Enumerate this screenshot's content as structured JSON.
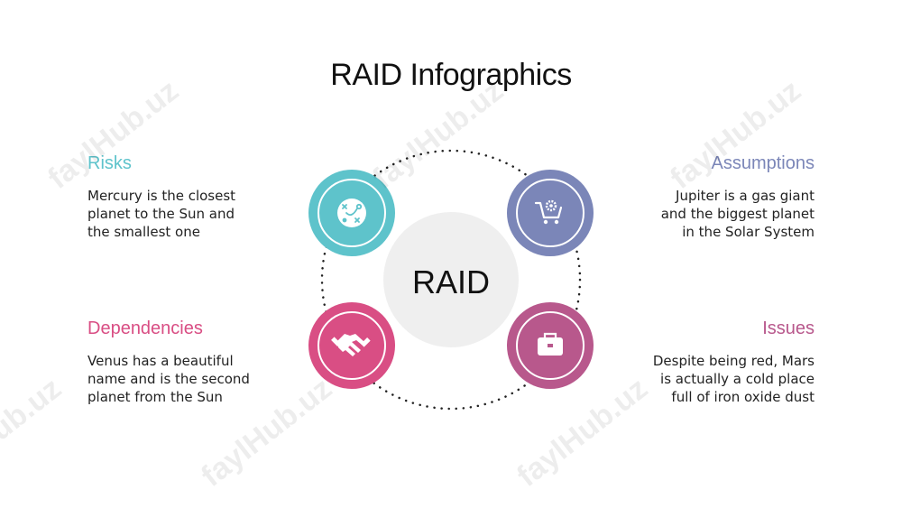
{
  "title": "RAID Infographics",
  "center_label": "RAID",
  "watermark": "faylHub.uz",
  "colors": {
    "risks": "#5ec3cb",
    "assumptions": "#7b86b8",
    "dependencies": "#d94e84",
    "issues": "#b8588c",
    "center": "#efefef"
  },
  "items": {
    "risks": {
      "heading": "Risks",
      "text": "Mercury is the closest planet to the Sun and the smallest one",
      "icon": "strategy-icon"
    },
    "assumptions": {
      "heading": "Assumptions",
      "text": "Jupiter is a gas giant and the biggest planet in the Solar System",
      "icon": "cart-gear-icon"
    },
    "dependencies": {
      "heading": "Dependencies",
      "text": "Venus has a beautiful name and is the second planet from the Sun",
      "icon": "handshake-icon"
    },
    "issues": {
      "heading": "Issues",
      "text": "Despite being red, Mars is actually a cold place full of iron oxide dust",
      "icon": "briefcase-icon"
    }
  }
}
